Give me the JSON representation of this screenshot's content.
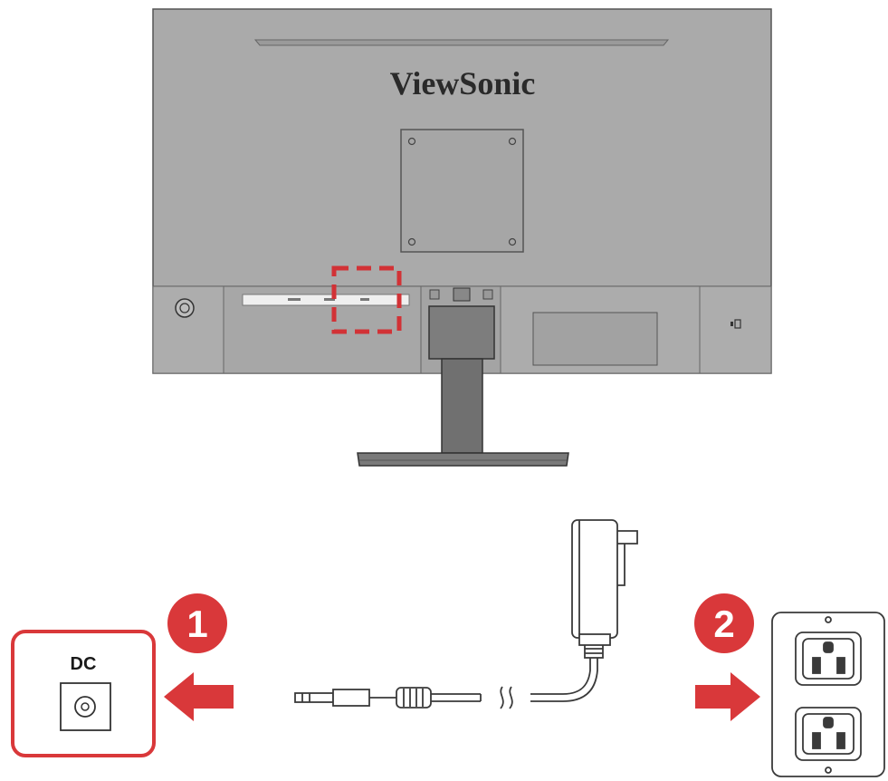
{
  "monitor": {
    "brand": "ViewSonic"
  },
  "steps": [
    {
      "number": "1"
    },
    {
      "number": "2"
    }
  ],
  "dc_port": {
    "label": "DC"
  },
  "colors": {
    "accent_red": "#d9383a",
    "highlight_red": "#d23236",
    "monitor_gray": "#a9a9a9",
    "panel_gray": "#b3b3b3",
    "outline": "#3a3a3a"
  }
}
